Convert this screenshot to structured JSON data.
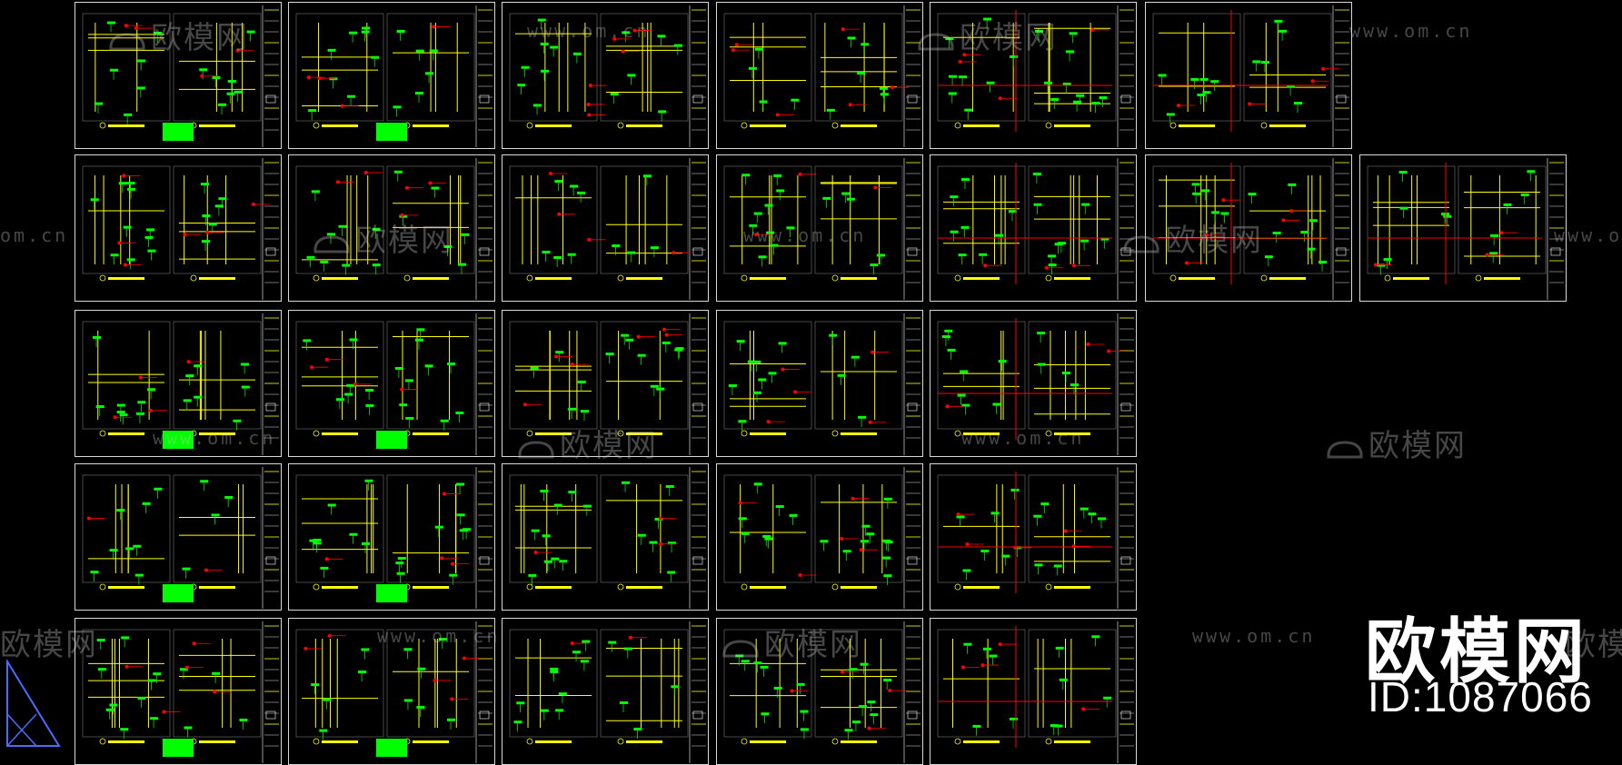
{
  "watermark": {
    "brand": "欧模网",
    "url": "www.om.cn",
    "url_partial": "om.cn",
    "id_text": "ID:1087066",
    "color": "#c8c8c8"
  },
  "colors": {
    "background": "#000000",
    "sheet_border": "#d8d8d8",
    "line_green": "#00ff00",
    "line_yellow": "#ffff00",
    "line_red": "#ff0000",
    "line_white": "#ffffff",
    "line_grey": "#8c8c8c"
  },
  "grid": {
    "rows": 5,
    "sheets_per_row": [
      6,
      7,
      5,
      5,
      5
    ]
  },
  "icons": [
    "logo-sofa-icon",
    "ucs-triangle-icon"
  ]
}
